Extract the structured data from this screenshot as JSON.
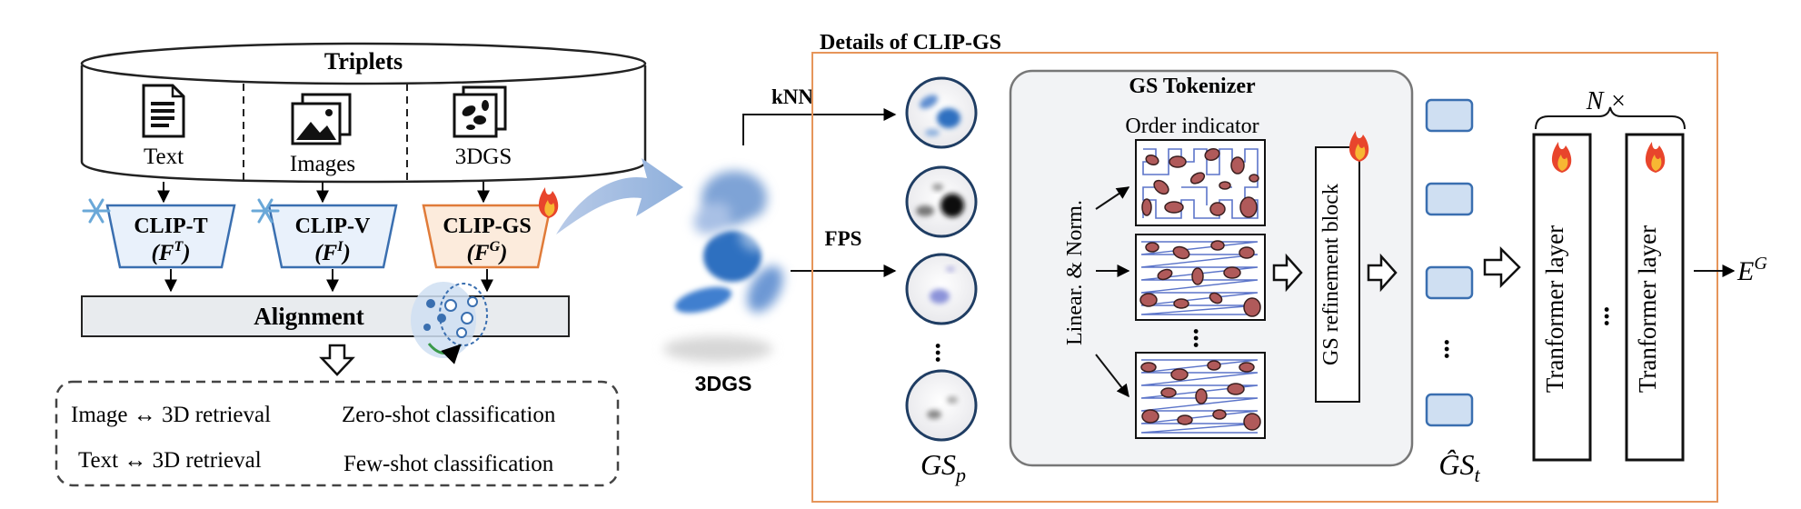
{
  "left": {
    "title": "Triplets",
    "inputs": [
      {
        "label": "Text",
        "icon": "document-icon"
      },
      {
        "label": "Images",
        "icon": "images-icon"
      },
      {
        "label": "3DGS",
        "icon": "gaussian-splat-icon"
      }
    ],
    "encoders": [
      {
        "name": "CLIP-T",
        "symbol": "F",
        "sup": "T",
        "state": "frozen"
      },
      {
        "name": "CLIP-V",
        "symbol": "F",
        "sup": "I",
        "state": "frozen"
      },
      {
        "name": "CLIP-GS",
        "symbol": "F",
        "sup": "G",
        "state": "trainable"
      }
    ],
    "alignment_label": "Alignment",
    "tasks": [
      "Image ↔ 3D retrieval",
      "Zero-shot classification",
      "Text ↔ 3D retrieval",
      "Few-shot classification"
    ]
  },
  "middle": {
    "input_label": "3DGS",
    "knn_label": "kNN",
    "fps_label": "FPS"
  },
  "details": {
    "title": "Details of CLIP-GS",
    "gsp_label": "GS",
    "gsp_sub": "p",
    "tokenizer_title": "GS Tokenizer",
    "order_indicator_label": "Order indicator",
    "linear_norm_label": "Linear. & Norm.",
    "refinement_label": "GS refinement block",
    "gst_label": "ĜS",
    "gst_sub": "t",
    "n_times_label": "N ×",
    "transformer_labels": [
      "Tranformer layer",
      "Tranformer layer"
    ],
    "output_label": "E",
    "output_sup": "G",
    "ellipsis": "..."
  },
  "colors": {
    "accent_blue": "#3a6fb0",
    "accent_orange": "#e07b39",
    "panel_border": "#e6955a",
    "token_fill": "#cfdff2"
  }
}
